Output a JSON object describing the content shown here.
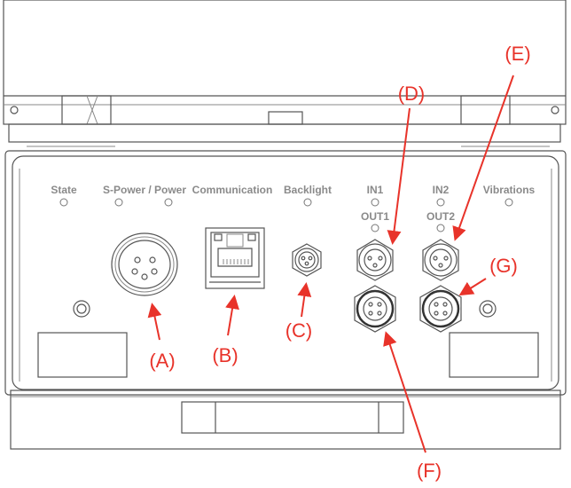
{
  "panel": {
    "led_labels": {
      "state": "State",
      "power": "S-Power / Power",
      "communication": "Communication",
      "backlight": "Backlight",
      "in1": "IN1",
      "out1": "OUT1",
      "in2": "IN2",
      "out2": "OUT2",
      "vibrations": "Vibrations"
    }
  },
  "callouts": {
    "a": "(A)",
    "b": "(B)",
    "c": "(C)",
    "d": "(D)",
    "e": "(E)",
    "f": "(F)",
    "g": "(G)"
  },
  "colors": {
    "callout": "#e8332a",
    "line": "#555555"
  }
}
